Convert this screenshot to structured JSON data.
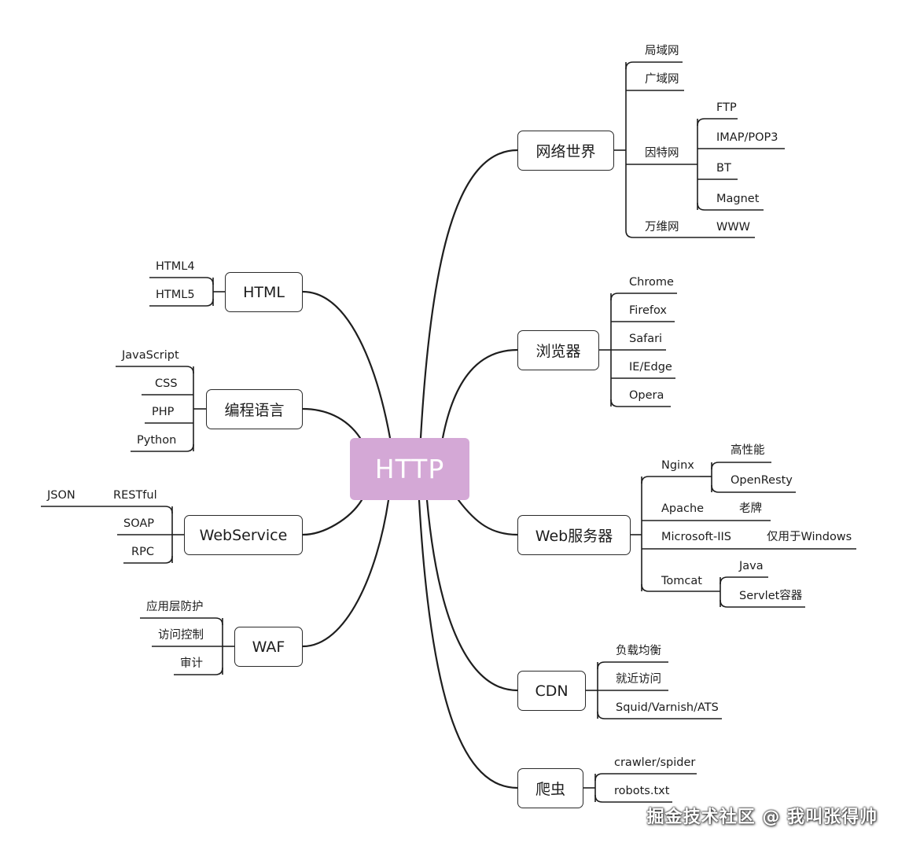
{
  "root": {
    "label": "HTTP",
    "color": "#d4a8d6"
  },
  "branches": {
    "network": {
      "label": "网络世界",
      "lan": "局域网",
      "wan": "广域网",
      "internet": "因特网",
      "ftp": "FTP",
      "imap": "IMAP/POP3",
      "bt": "BT",
      "magnet": "Magnet",
      "www_cn": "万维网",
      "www": "WWW"
    },
    "browser": {
      "label": "浏览器",
      "items": [
        "Chrome",
        "Firefox",
        "Safari",
        "IE/Edge",
        "Opera"
      ]
    },
    "webserver": {
      "label": "Web服务器",
      "nginx": "Nginx",
      "perf": "高性能",
      "openresty": "OpenResty",
      "apache": "Apache",
      "old": "老牌",
      "iis": "Microsoft-IIS",
      "windows_only": "仅用于Windows",
      "tomcat": "Tomcat",
      "java": "Java",
      "servlet": "Servlet容器"
    },
    "cdn": {
      "label": "CDN",
      "items": [
        "负载均衡",
        "就近访问",
        "Squid/Varnish/ATS"
      ]
    },
    "crawler": {
      "label": "爬虫",
      "items": [
        "crawler/spider",
        "robots.txt"
      ]
    },
    "html": {
      "label": "HTML",
      "items": [
        "HTML4",
        "HTML5"
      ]
    },
    "lang": {
      "label": "编程语言",
      "items": [
        "JavaScript",
        "CSS",
        "PHP",
        "Python"
      ]
    },
    "webservice": {
      "label": "WebService",
      "restful": "RESTful",
      "json": "JSON",
      "soap": "SOAP",
      "rpc": "RPC"
    },
    "waf": {
      "label": "WAF",
      "items": [
        "应用层防护",
        "访问控制",
        "审计"
      ]
    }
  },
  "watermark": "掘金技术社区 @ 我叫张得帅"
}
